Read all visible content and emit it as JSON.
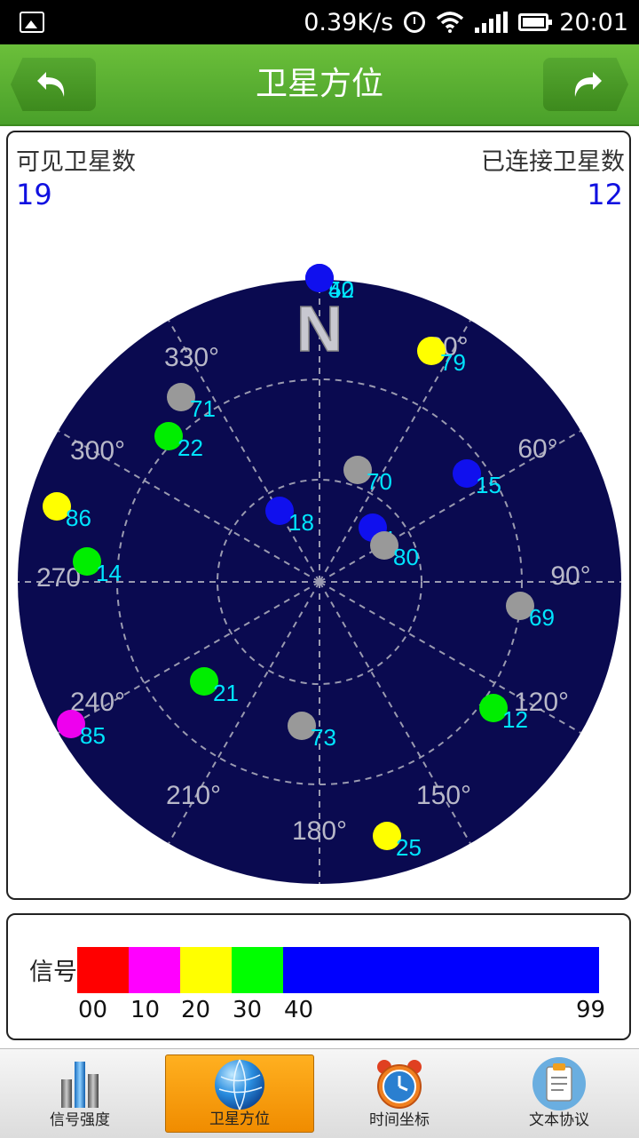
{
  "status_bar": {
    "speed": "0.39K/s",
    "time": "20:01"
  },
  "title_bar": {
    "title": "卫星方位"
  },
  "stats": {
    "visible_label": "可见卫星数",
    "visible_count": "19",
    "connected_label": "已连接卫星数",
    "connected_count": "12"
  },
  "compass": {
    "north": "N",
    "degree_labels": [
      "330°",
      "300°",
      "270°",
      "240°",
      "210°",
      "180°",
      "150°",
      "120°",
      "90°",
      "60°",
      "30°"
    ],
    "colors": {
      "disc": "#0a0a50",
      "grid": "#9a9ab0",
      "label": "#b8b8c8"
    }
  },
  "satellites": [
    {
      "id": "50",
      "color": "#1010ee"
    },
    {
      "id": "42",
      "color": "#1010ee"
    },
    {
      "id": "79",
      "color": "#ffff00"
    },
    {
      "id": "71",
      "color": "#999999"
    },
    {
      "id": "22",
      "color": "#00ee00"
    },
    {
      "id": "70",
      "color": "#999999"
    },
    {
      "id": "15",
      "color": "#1010ee"
    },
    {
      "id": "86",
      "color": "#ffff00"
    },
    {
      "id": "18",
      "color": "#1010ee"
    },
    {
      "id": "4",
      "color": "#1010ee"
    },
    {
      "id": "80",
      "color": "#999999"
    },
    {
      "id": "14",
      "color": "#00ee00"
    },
    {
      "id": "69",
      "color": "#999999"
    },
    {
      "id": "21",
      "color": "#00ee00"
    },
    {
      "id": "12",
      "color": "#00ee00"
    },
    {
      "id": "85",
      "color": "#ee00ee"
    },
    {
      "id": "73",
      "color": "#999999"
    },
    {
      "id": "25",
      "color": "#ffff00"
    }
  ],
  "legend": {
    "label": "信号",
    "segments": [
      {
        "color": "#ff0000"
      },
      {
        "color": "#ff00ff"
      },
      {
        "color": "#ffff00"
      },
      {
        "color": "#00ff00"
      },
      {
        "color": "#0000ff"
      }
    ],
    "ticks": [
      "00",
      "10",
      "20",
      "30",
      "40",
      "99"
    ]
  },
  "tabs": [
    {
      "label": "信号强度",
      "icon": "bar-chart-icon",
      "active": false
    },
    {
      "label": "卫星方位",
      "icon": "globe-icon",
      "active": true
    },
    {
      "label": "时间坐标",
      "icon": "alarm-clock-icon",
      "active": false
    },
    {
      "label": "文本协议",
      "icon": "clipboard-icon",
      "active": false
    }
  ]
}
